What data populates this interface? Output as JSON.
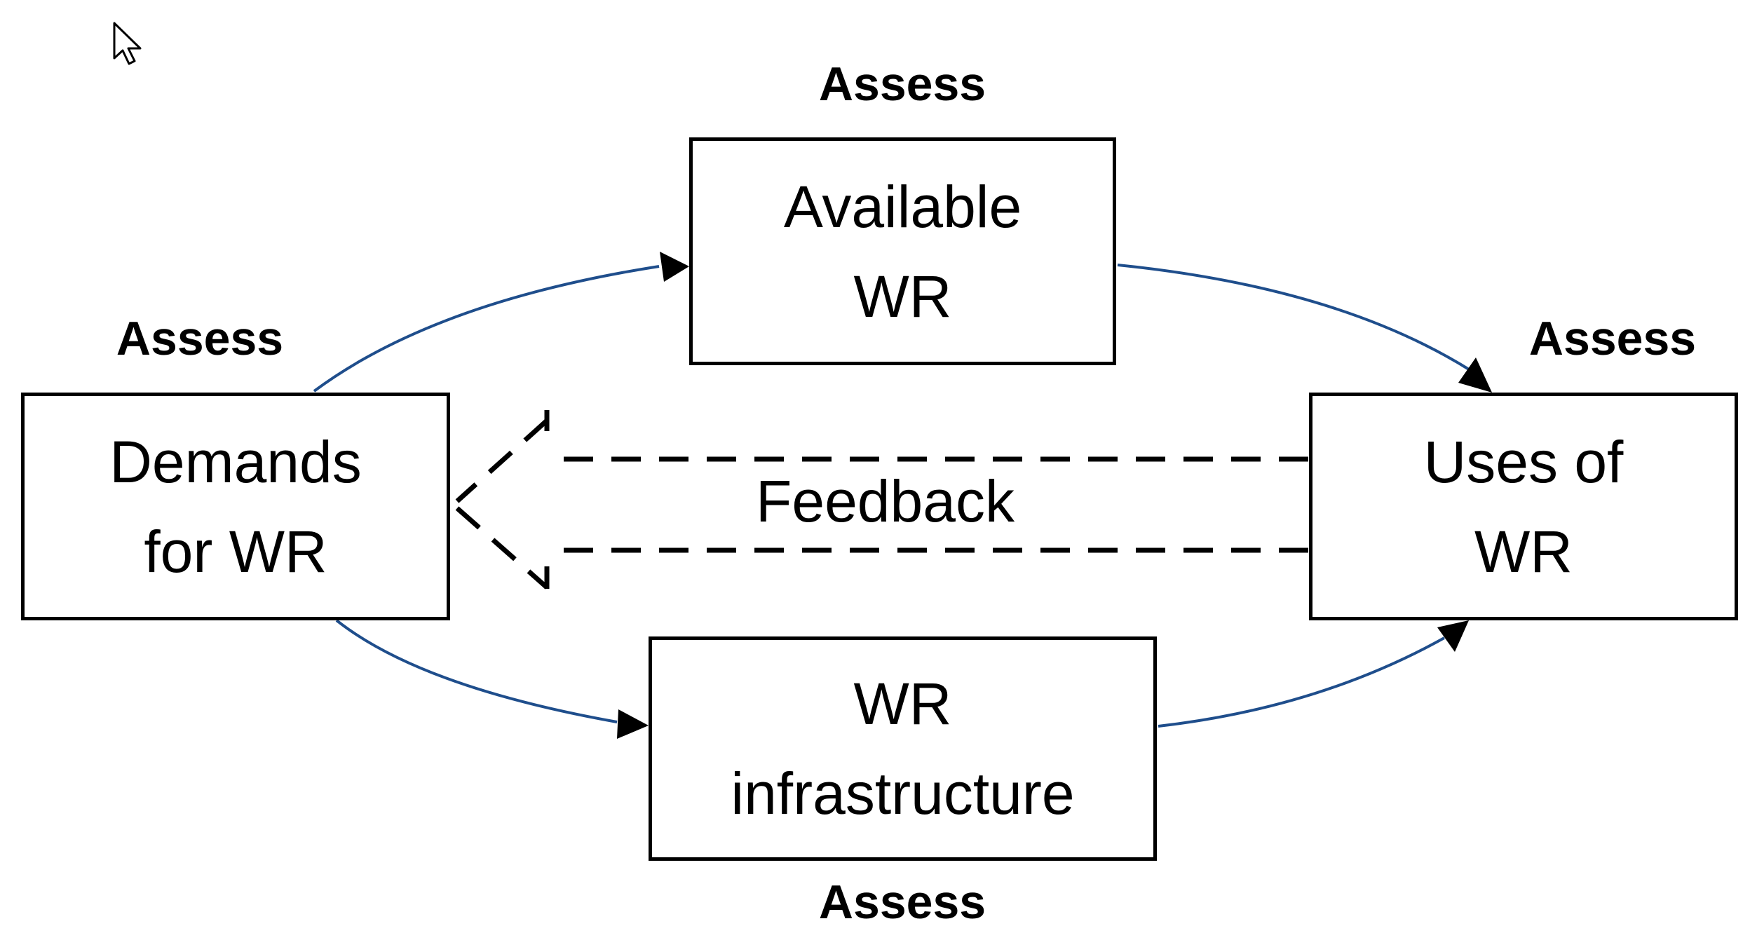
{
  "boxes": {
    "available": {
      "line1": "Available",
      "line2": "WR"
    },
    "demands": {
      "line1": "Demands",
      "line2": "for WR"
    },
    "uses": {
      "line1": "Uses of",
      "line2": "WR"
    },
    "infra": {
      "line1": "WR",
      "line2": "infrastructure"
    }
  },
  "assess_labels": {
    "available": "Assess",
    "demands": "Assess",
    "uses": "Assess",
    "infra": "Assess"
  },
  "feedback": {
    "label": "Feedback"
  },
  "colors": {
    "flow_arrow": "#1f4e8c",
    "box_border": "#000000",
    "feedback_line": "#000000"
  },
  "icons": {
    "cursor": "mouse-pointer-icon"
  }
}
